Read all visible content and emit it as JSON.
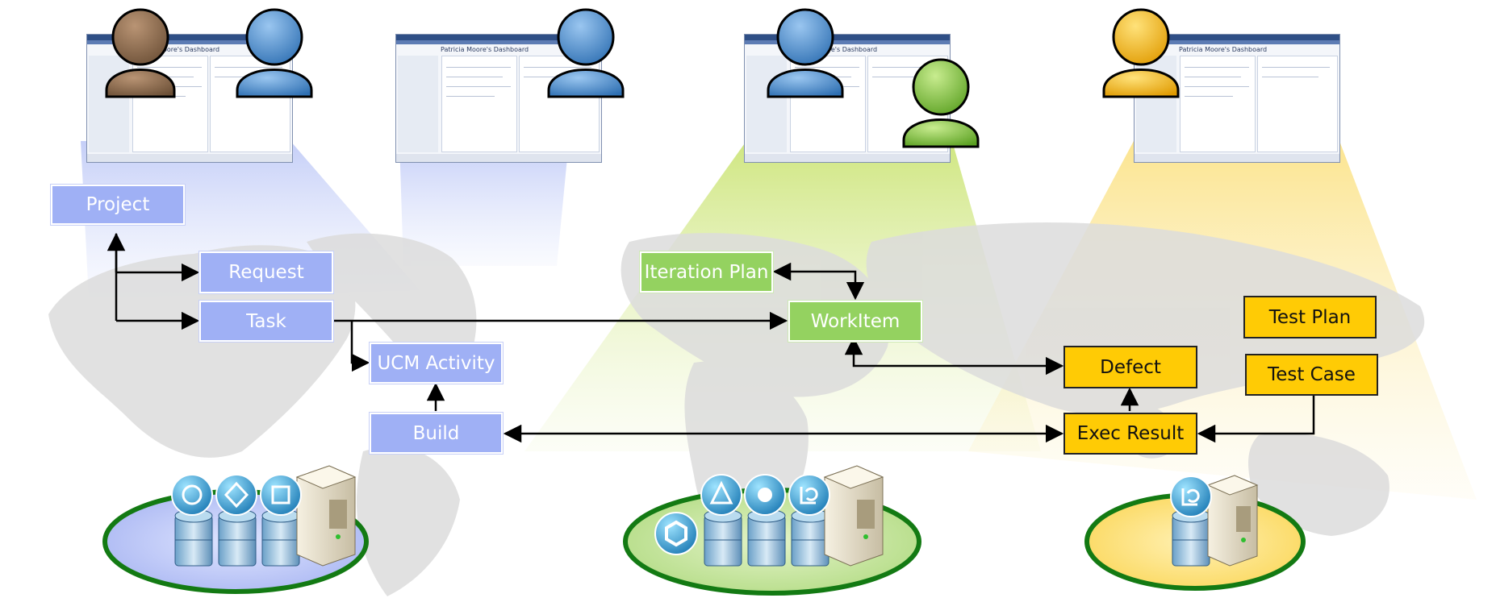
{
  "nodes": {
    "project": "Project",
    "request": "Request",
    "task": "Task",
    "ucm_activity": "UCM Activity",
    "build": "Build",
    "iteration_plan": "Iteration Plan",
    "workitem": "WorkItem",
    "test_plan": "Test Plan",
    "test_case": "Test Case",
    "defect": "Defect",
    "exec_result": "Exec Result"
  },
  "dashboards": [
    {
      "title": "Patricia Moore's Dashboard"
    },
    {
      "title": "Patricia Moore's Dashboard"
    },
    {
      "title": "Patricia Moore's Dashboard"
    },
    {
      "title": "Patricia Moore's Dashboard"
    }
  ],
  "colors": {
    "blue": "#9fb0f5",
    "green": "#94d260",
    "yellow": "#ffcb05",
    "person_brown": "#8b6a4d",
    "person_blue": "#4f8fcf",
    "person_green": "#7fc241",
    "person_gold": "#f5b400"
  }
}
